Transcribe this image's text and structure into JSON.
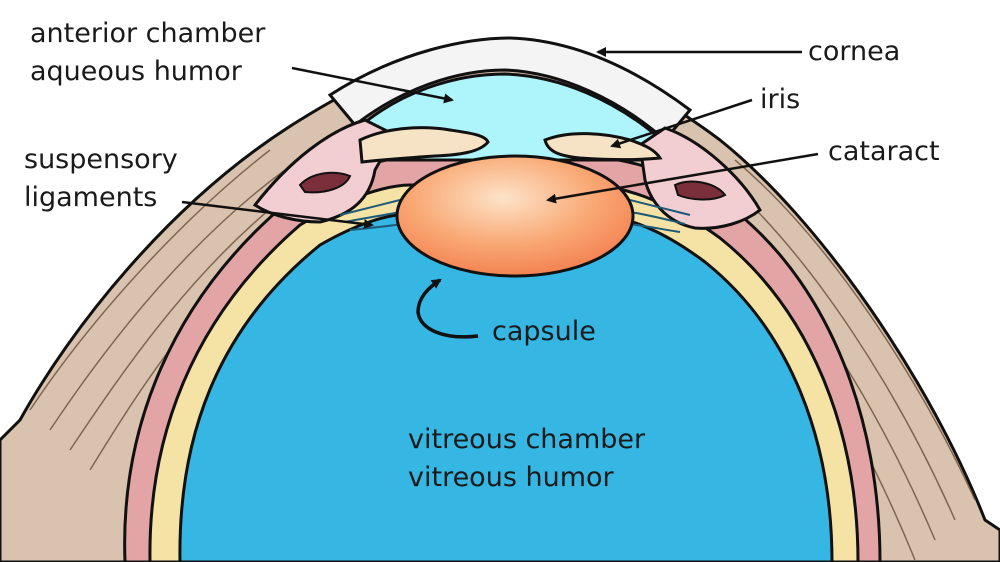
{
  "labels": {
    "anterior_chamber": "anterior chamber",
    "aqueous_humor": "aqueous humor",
    "cornea": "cornea",
    "iris": "iris",
    "suspensory": "suspensory",
    "ligaments": "ligaments",
    "cataract": "cataract",
    "capsule": "capsule",
    "vitreous_chamber": "vitreous chamber",
    "vitreous_humor": "vitreous humor"
  },
  "colors": {
    "sclera": "#d9c3ae",
    "choroid": "#e3a4a6",
    "retina": "#f5e3a6",
    "vitreous": "#35b6e3",
    "aqueous": "#aef5fb",
    "cornea": "#f4f4f4",
    "ciliary": "#f2cdd1",
    "lens": "#f79a68",
    "iris": "#f6e3c6",
    "outline": "#111111"
  }
}
